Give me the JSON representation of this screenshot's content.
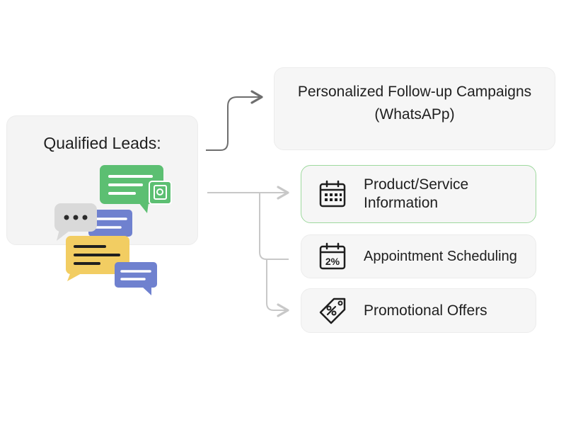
{
  "source": {
    "title": "Qualified Leads:"
  },
  "campaign": {
    "title_line1": "Personalized Follow-up Campaigns",
    "title_line2": "(WhatsAPp)"
  },
  "items": [
    {
      "label_line1": "Product/Service",
      "label_line2": "Information",
      "icon": "calendar-icon"
    },
    {
      "label_line1": "Appointment Scheduling",
      "icon": "discount-calendar-icon",
      "icon_text": "2%"
    },
    {
      "label_line1": "Promotional Offers",
      "icon": "percent-tag-icon"
    }
  ],
  "colors": {
    "green": "#5cbf72",
    "blue": "#6f81cf",
    "yellow": "#f2cd62",
    "gray": "#d9d9d9",
    "highlight_border": "#9ed99e",
    "arrow_dark": "#6e6e6e",
    "arrow_light": "#c8c8c8"
  }
}
